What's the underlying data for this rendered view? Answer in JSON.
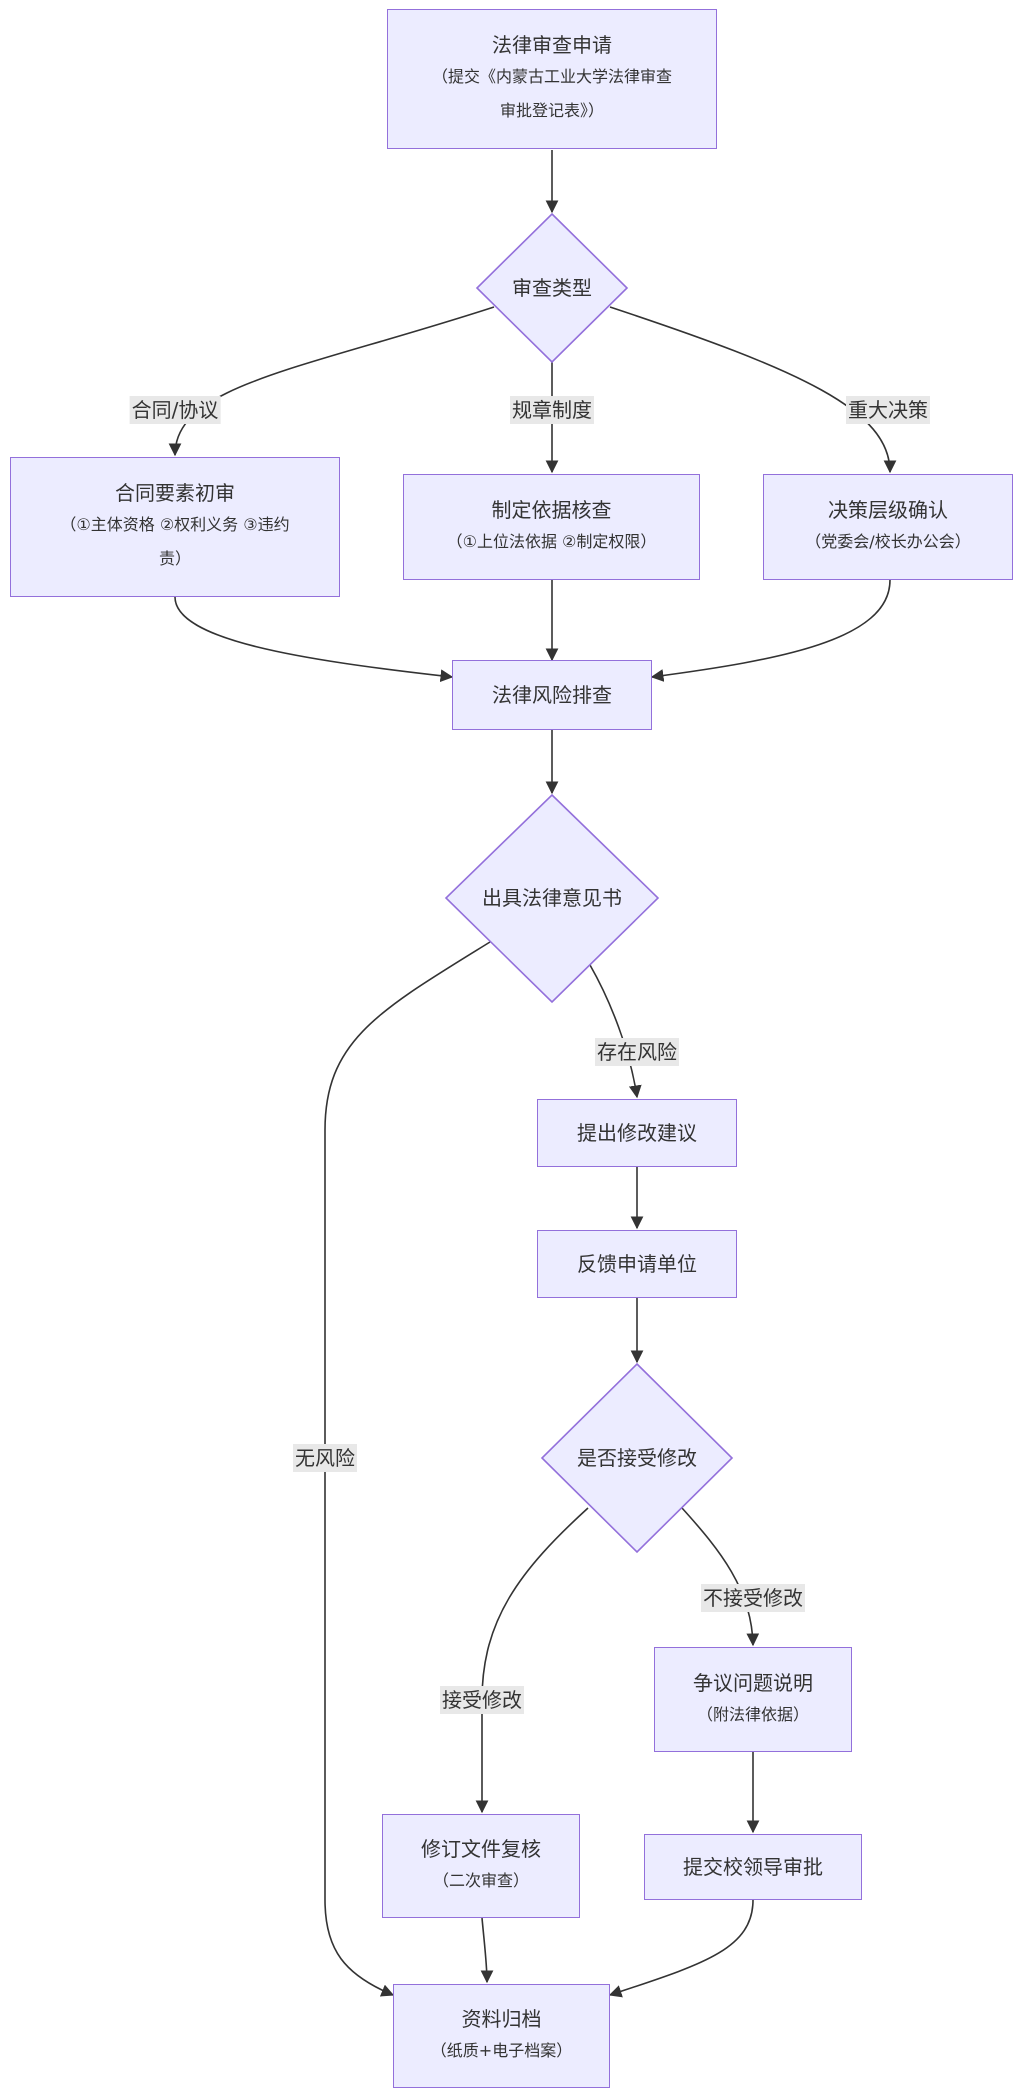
{
  "nodes": {
    "apply": {
      "title": "法律审查申请",
      "sub1": "（提交《内蒙古工业大学法律审查",
      "sub2": "审批登记表》）"
    },
    "review_type": {
      "title": "审查类型"
    },
    "contract": {
      "title": "合同要素初审",
      "sub1": "（①主体资格 ②权利义务 ③违约",
      "sub2": "责）"
    },
    "basis": {
      "title": "制定依据核查",
      "sub1": "（①上位法依据 ②制定权限）"
    },
    "decision": {
      "title": "决策层级确认",
      "sub1": "（党委会/校长办公会）"
    },
    "risk": {
      "title": "法律风险排查"
    },
    "opinion": {
      "title": "出具法律意见书"
    },
    "suggest": {
      "title": "提出修改建议"
    },
    "feedback": {
      "title": "反馈申请单位"
    },
    "accept_q": {
      "title": "是否接受修改"
    },
    "dispute": {
      "title": "争议问题说明",
      "sub1": "（附法律依据）"
    },
    "revise": {
      "title": "修订文件复核",
      "sub1": "（二次审查）"
    },
    "leader": {
      "title": "提交校领导审批"
    },
    "archive": {
      "title": "资料归档",
      "sub1": "（纸质+电子档案）"
    }
  },
  "edge_labels": {
    "contract": "合同/协议",
    "rules": "规章制度",
    "major": "重大决策",
    "has_risk": "存在风险",
    "no_risk": "无风险",
    "accept": "接受修改",
    "not_accept": "不接受修改"
  },
  "colors": {
    "node_fill": "#ececff",
    "node_stroke": "#9370db",
    "edge": "#333333",
    "label_bg": "#e8e8e8"
  }
}
